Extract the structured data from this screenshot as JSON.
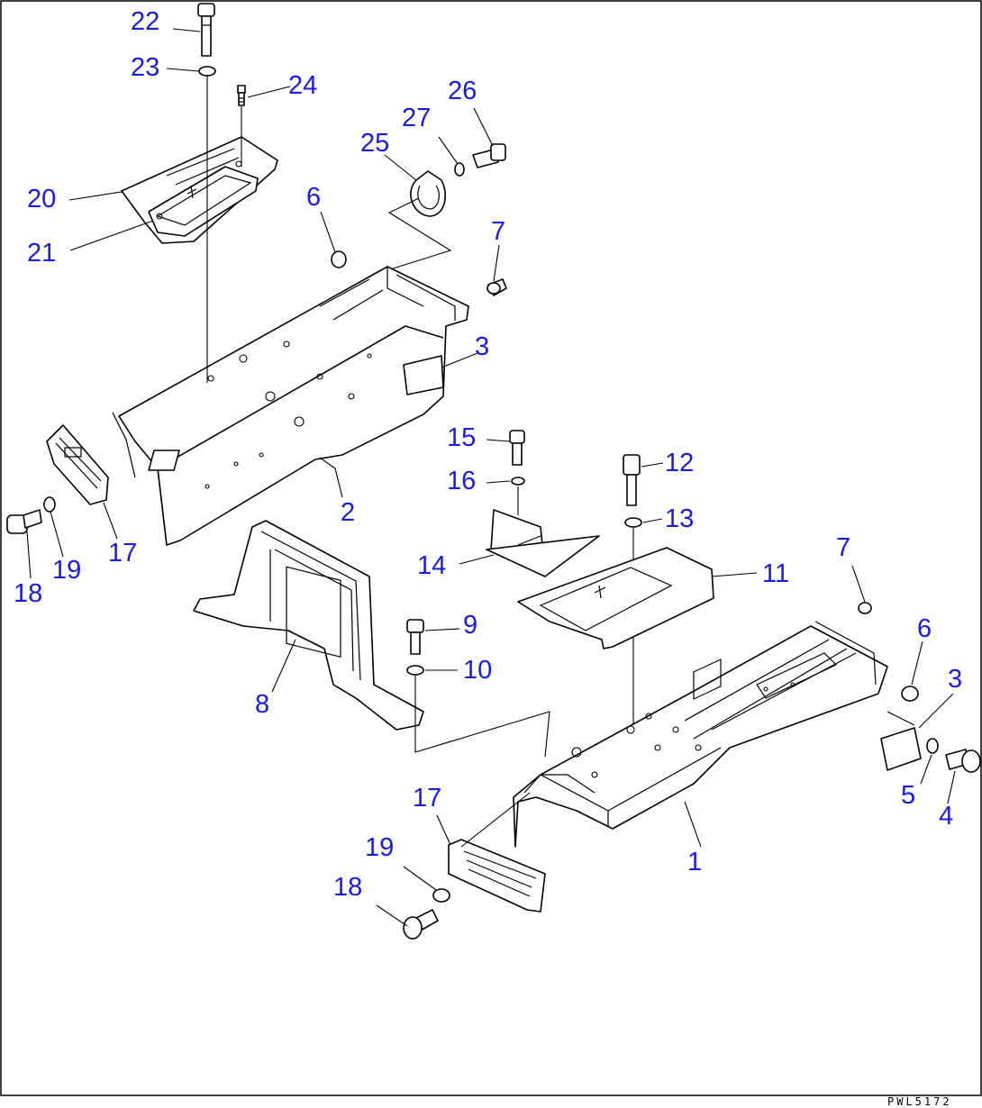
{
  "callouts": [
    {
      "id": "c22",
      "label": "22",
      "part": "Bolt"
    },
    {
      "id": "c23",
      "label": "23",
      "part": "Washer"
    },
    {
      "id": "c24",
      "label": "24",
      "part": "Grease fitting"
    },
    {
      "id": "c20",
      "label": "20",
      "part": "Top plate"
    },
    {
      "id": "c21",
      "label": "21",
      "part": "Cover"
    },
    {
      "id": "c25",
      "label": "25",
      "part": "Clamp"
    },
    {
      "id": "c27",
      "label": "27",
      "part": "Washer"
    },
    {
      "id": "c26",
      "label": "26",
      "part": "Bolt"
    },
    {
      "id": "c6a",
      "label": "6",
      "part": "Plug"
    },
    {
      "id": "c7a",
      "label": "7",
      "part": "Plug"
    },
    {
      "id": "c3a",
      "label": "3",
      "part": "Plate"
    },
    {
      "id": "c2",
      "label": "2",
      "part": "Frame"
    },
    {
      "id": "c17a",
      "label": "17",
      "part": "Bracket"
    },
    {
      "id": "c18a",
      "label": "18",
      "part": "Bolt"
    },
    {
      "id": "c19a",
      "label": "19",
      "part": "Washer"
    },
    {
      "id": "c15",
      "label": "15",
      "part": "Bolt"
    },
    {
      "id": "c16",
      "label": "16",
      "part": "Washer"
    },
    {
      "id": "c14",
      "label": "14",
      "part": "Bracket"
    },
    {
      "id": "c12",
      "label": "12",
      "part": "Bolt"
    },
    {
      "id": "c13",
      "label": "13",
      "part": "Washer"
    },
    {
      "id": "c11",
      "label": "11",
      "part": "Floor plate"
    },
    {
      "id": "c9",
      "label": "9",
      "part": "Bolt"
    },
    {
      "id": "c10",
      "label": "10",
      "part": "Washer"
    },
    {
      "id": "c8",
      "label": "8",
      "part": "Frame"
    },
    {
      "id": "c7b",
      "label": "7",
      "part": "Plug"
    },
    {
      "id": "c6b",
      "label": "6",
      "part": "Plug"
    },
    {
      "id": "c3b",
      "label": "3",
      "part": "Plate"
    },
    {
      "id": "c5",
      "label": "5",
      "part": "Washer"
    },
    {
      "id": "c4",
      "label": "4",
      "part": "Bolt"
    },
    {
      "id": "c1",
      "label": "1",
      "part": "Frame"
    },
    {
      "id": "c17b",
      "label": "17",
      "part": "Bracket"
    },
    {
      "id": "c19b",
      "label": "19",
      "part": "Washer"
    },
    {
      "id": "c18b",
      "label": "18",
      "part": "Bolt"
    }
  ],
  "drawing_code": "PWL5172"
}
